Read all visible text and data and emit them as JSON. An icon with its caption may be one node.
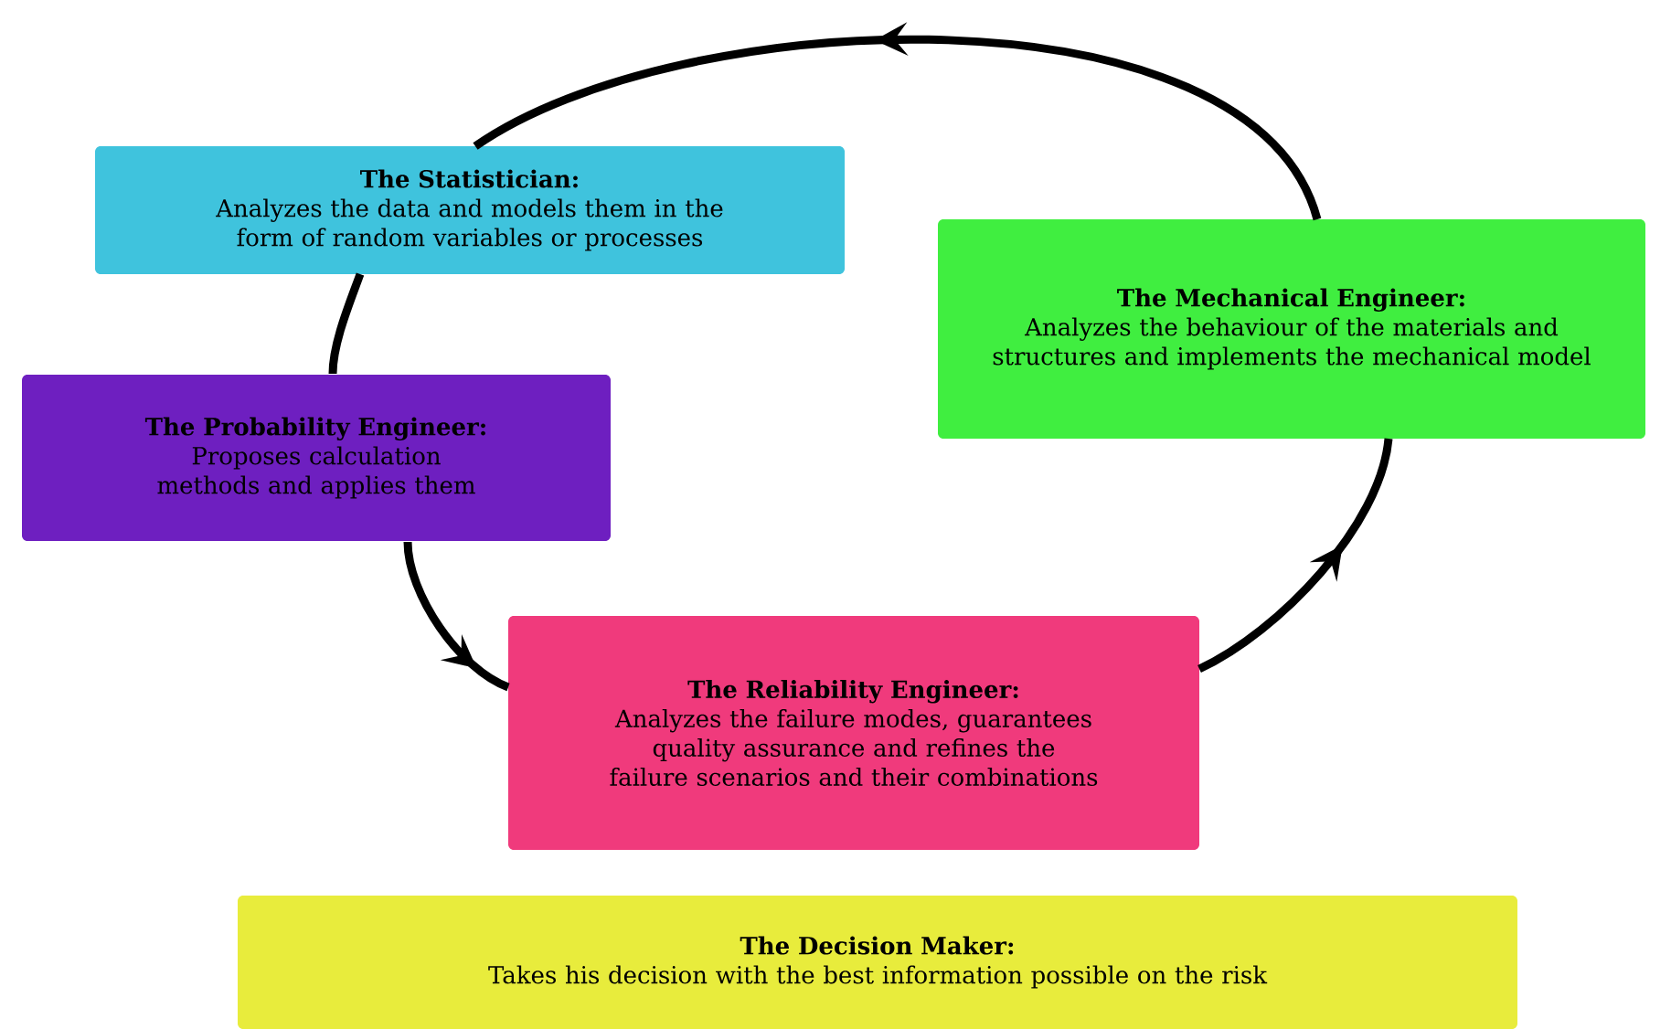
{
  "diagram": {
    "nodes": [
      {
        "text": [
          "The Statistician:",
          "Analyzes the data and models them in the form of random variables or processes"
        ]
      },
      {
        "text": [
          "The Mechanical Engineer:",
          "Analyzes the behaviour of the materials and structures and implements the mechanical model"
        ]
      },
      {
        "text": [
          "The Probability Engineer:",
          "Proposes calculation methods and applies them"
        ]
      },
      {
        "text": [
          "The Reliability Engineer:",
          "Analyzes the failure modes, guarantees quality assurance and refines the failure scenarios and their combinations"
        ]
      },
      {
        "text": [
          "The Decision Maker:",
          "Takes his decision with the best information possible on the risk"
        ]
      }
    ],
    "edges": [
      {
        "from": 1,
        "to": 0,
        "arrow": "to"
      },
      {
        "from": 0,
        "to": 2,
        "arrow": "none"
      },
      {
        "from": 2,
        "to": 3,
        "arrow": "to"
      },
      {
        "from": 3,
        "to": 1,
        "arrow": "to"
      }
    ]
  }
}
